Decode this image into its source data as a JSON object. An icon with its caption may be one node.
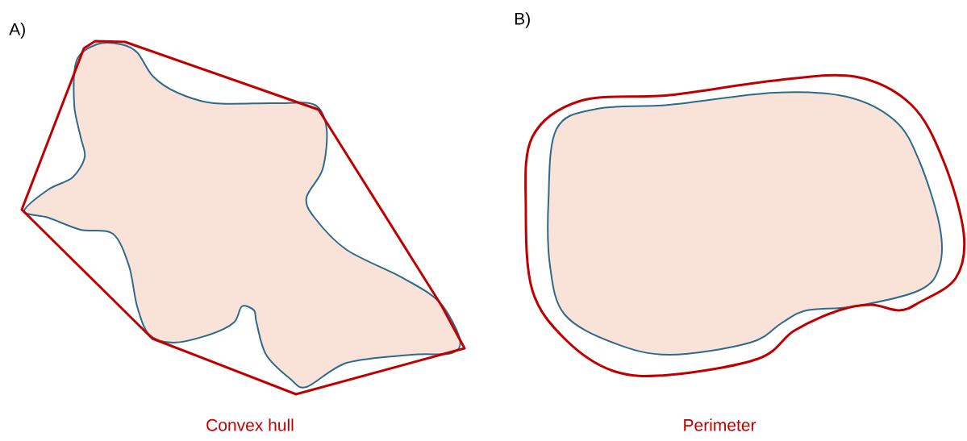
{
  "diagram": {
    "labels": [
      "A)",
      "B)",
      "Convex hull",
      "Perimeter"
    ]
  }
}
